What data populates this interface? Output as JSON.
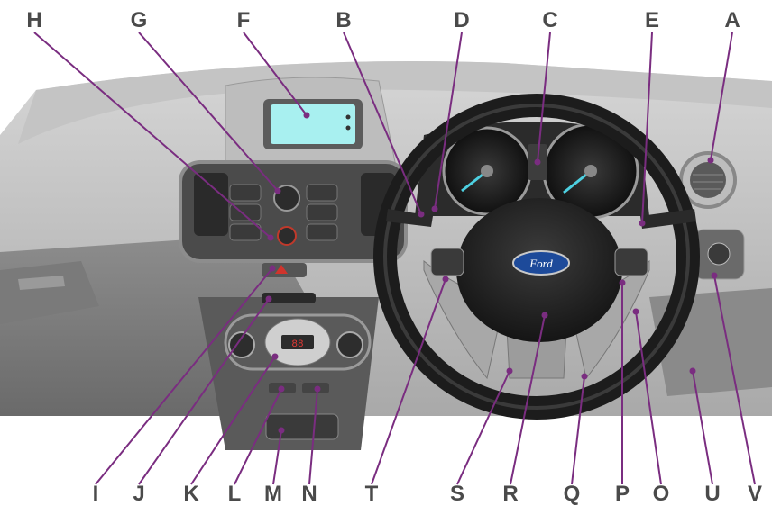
{
  "labels": {
    "top": [
      "H",
      "G",
      "F",
      "B",
      "D",
      "C",
      "E",
      "A"
    ],
    "bottom": [
      "I",
      "J",
      "K",
      "L",
      "M",
      "N",
      "T",
      "S",
      "R",
      "Q",
      "P",
      "O",
      "U",
      "V"
    ]
  },
  "badge": {
    "brand_text": "Ford"
  },
  "colors": {
    "leader_line": "#7a2d80",
    "letter_text": "#4a4a4a",
    "screen": "#a8f0f0",
    "badge_blue": "#1d4a9a"
  }
}
